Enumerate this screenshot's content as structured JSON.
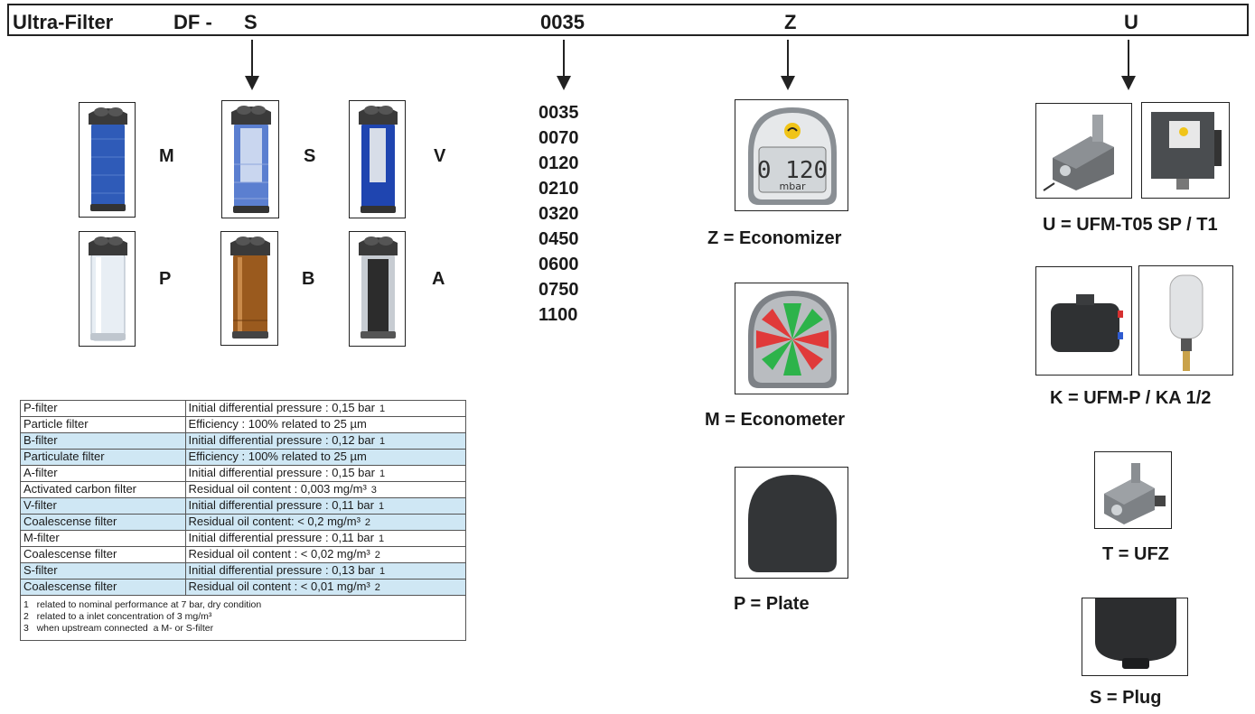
{
  "header": {
    "product": "Ultra-Filter",
    "df": "DF -",
    "filter_code": "S",
    "size_code": "0035",
    "indicator_code": "Z",
    "drain_code": "U"
  },
  "filters": [
    {
      "letter": "M",
      "color": "#2f5bb8"
    },
    {
      "letter": "S",
      "color": "#5b7fd0"
    },
    {
      "letter": "V",
      "color": "#1f45b0"
    },
    {
      "letter": "P",
      "color": "#e8eef4"
    },
    {
      "letter": "B",
      "color": "#9a5a1e"
    },
    {
      "letter": "A",
      "color": "#3a3a3a"
    }
  ],
  "sizes": [
    "0035",
    "0070",
    "0120",
    "0210",
    "0320",
    "0450",
    "0600",
    "0750",
    "1100"
  ],
  "indicators": {
    "economizer": {
      "label": "Z = Economizer",
      "display_value": "0 120",
      "display_unit": "mbar"
    },
    "econometer": {
      "label": "M = Econometer"
    },
    "plate": {
      "label": "P = Plate"
    }
  },
  "drains": {
    "ufm_t05": {
      "label": "U = UFM-T05 SP / T1"
    },
    "ufm_p": {
      "label": "K = UFM-P / KA 1/2"
    },
    "ufz": {
      "label": "T = UFZ"
    },
    "plug": {
      "label": "S = Plug"
    }
  },
  "specs_table": {
    "rows": [
      {
        "name": "P-filter",
        "type": "Particle filter",
        "line1": "Initial differential pressure : 0,15 bar",
        "ref1": "1",
        "line2": "Efficiency : 100% related to 25 µm",
        "ref2": "",
        "highlight": false
      },
      {
        "name": "B-filter",
        "type": "Particulate filter",
        "line1": "Initial differential pressure : 0,12 bar",
        "ref1": "1",
        "line2": "Efficiency : 100% related to 25 µm",
        "ref2": "",
        "highlight": true
      },
      {
        "name": "A-filter",
        "type": "Activated carbon filter",
        "line1": "Initial differential pressure : 0,15 bar",
        "ref1": "1",
        "line2": "Residual oil content : 0,003 mg/m³",
        "ref2": "3",
        "highlight": false
      },
      {
        "name": "V-filter",
        "type": "Coalescense filter",
        "line1": "Initial differential pressure : 0,11 bar",
        "ref1": "1",
        "line2": "Residual oil content: < 0,2 mg/m³",
        "ref2": "2",
        "highlight": true
      },
      {
        "name": "M-filter",
        "type": "Coalescense filter",
        "line1": "Initial differential pressure : 0,11 bar",
        "ref1": "1",
        "line2": "Residual oil content : < 0,02 mg/m³",
        "ref2": "2",
        "highlight": false
      },
      {
        "name": "S-filter",
        "type": "Coalescense filter",
        "line1": "Initial differential pressure :  0,13 bar",
        "ref1": "1",
        "line2": "Residual oil content : < 0,01 mg/m³",
        "ref2": "2",
        "highlight": true
      }
    ],
    "notes": [
      "1   related to nominal performance at 7 bar, dry condition",
      "2   related to a inlet concentration of 3 mg/m³",
      "3   when upstream connected  a M- or S-filter"
    ]
  }
}
